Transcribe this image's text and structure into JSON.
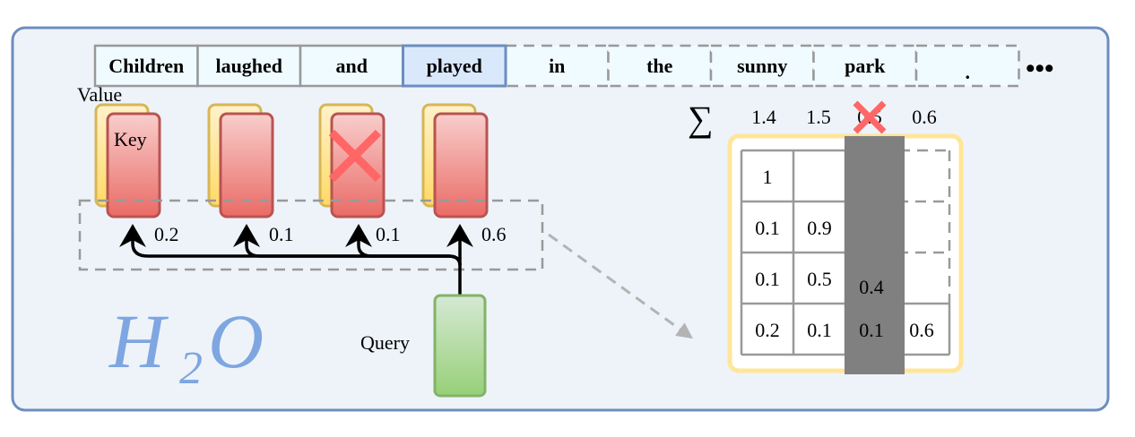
{
  "colors": {
    "panel_fill": "#eef3f9",
    "panel_border": "#6c8ebf",
    "token_fill": "#f0fbff",
    "token_border": "#999999",
    "highlight_fill": "#dae8fc",
    "highlight_border": "#6c8ebf",
    "key_fill": "#f8cecc",
    "key_border": "#b85450",
    "value_fill": "#fff2cc",
    "value_border": "#d6b656",
    "query_fill": "#d5e8d4",
    "query_border": "#82b366",
    "cross": "#ff6666",
    "logo": "#7ea6e0",
    "matrix_frame": "#ffe599",
    "evicted_column": "#808080"
  },
  "sentence": {
    "tokens": [
      "Children",
      "laughed",
      "and",
      "played",
      "in",
      "the",
      "sunny",
      "park",
      "."
    ],
    "highlighted_index": 3,
    "ellipsis": "•••"
  },
  "kv_cache": {
    "value_label": "Value",
    "key_label": "Key",
    "query_label": "Query",
    "attention_scores": [
      "0.2",
      "0.1",
      "0.1",
      "0.6"
    ],
    "evicted_index": 2
  },
  "logo": {
    "base": "H",
    "subscript": "2",
    "suffix": "O"
  },
  "matrix": {
    "sum_symbol": "∑",
    "column_sums": [
      "1.4",
      "1.5",
      "0.5",
      "0.6"
    ],
    "evicted_column": 2,
    "rows": [
      [
        "1",
        "",
        "",
        ""
      ],
      [
        "0.1",
        "0.9",
        "",
        ""
      ],
      [
        "0.1",
        "0.5",
        "0.4",
        ""
      ],
      [
        "0.2",
        "0.1",
        "0.1",
        "0.6"
      ]
    ]
  }
}
